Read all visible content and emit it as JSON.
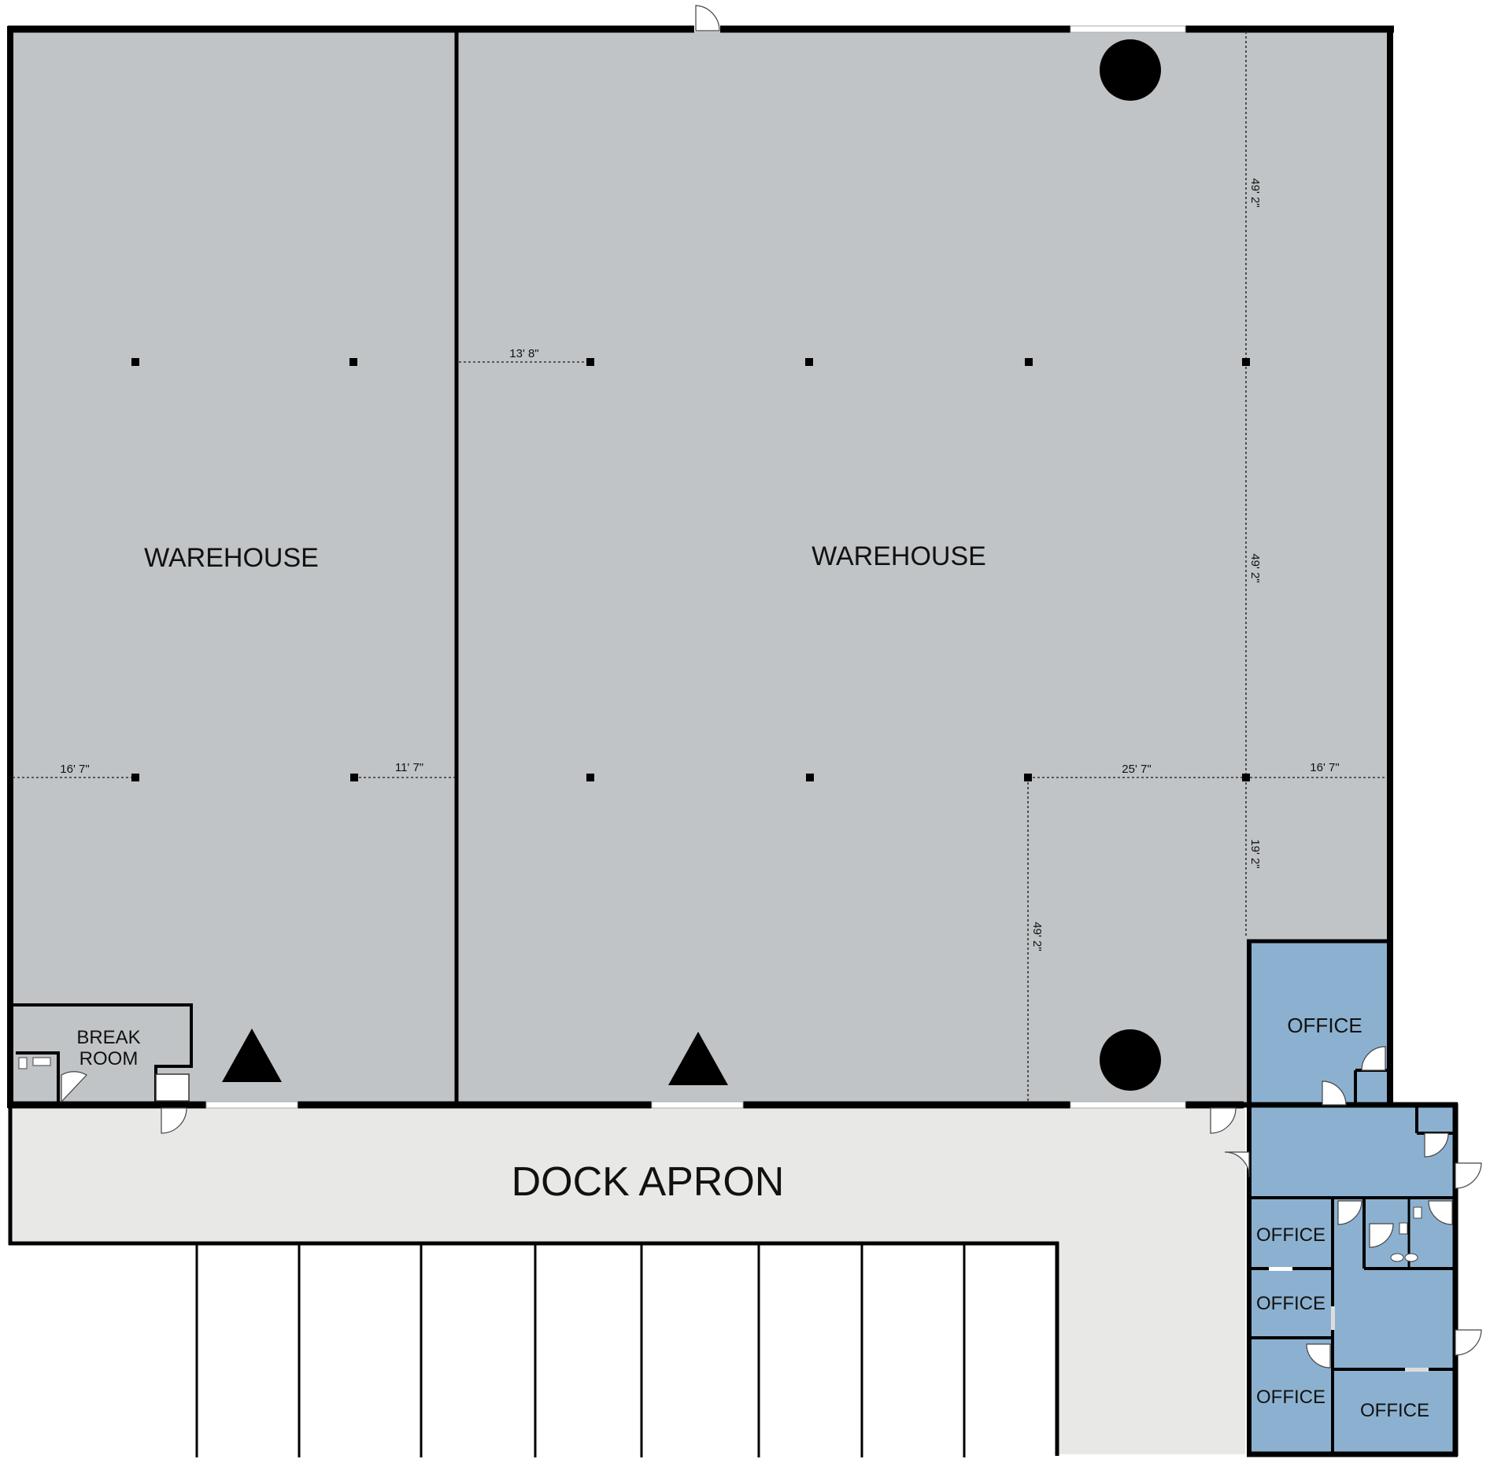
{
  "colors": {
    "warehouse_fill": "#c1c4c6",
    "office_fill": "#8cb1d0",
    "apron_fill": "#e8e8e7",
    "wall": "#000000"
  },
  "rooms": {
    "warehouse_west": "WAREHOUSE",
    "warehouse_east": "WAREHOUSE",
    "break_room_line1": "BREAK",
    "break_room_line2": "ROOM",
    "dock_apron": "DOCK APRON",
    "office_upper": "OFFICE",
    "office_a": "OFFICE",
    "office_b": "OFFICE",
    "office_c": "OFFICE",
    "office_d": "OFFICE"
  },
  "dimensions": {
    "d_13_8": "13' 8\"",
    "d_16_7_west": "16' 7\"",
    "d_11_7": "11' 7\"",
    "d_25_7": "25' 7\"",
    "d_16_7_east": "16' 7\"",
    "d_49_2_top": "49' 2\"",
    "d_49_2_mid": "49' 2\"",
    "d_19_2": "19' 2\"",
    "d_49_2_low": "49' 2\""
  },
  "icons": {
    "column": "square-column-icon",
    "round_column": "round-column-icon",
    "entrance": "triangle-entrance-icon",
    "door": "door-swing-icon",
    "toilet": "toilet-icon",
    "sink": "sink-icon"
  }
}
